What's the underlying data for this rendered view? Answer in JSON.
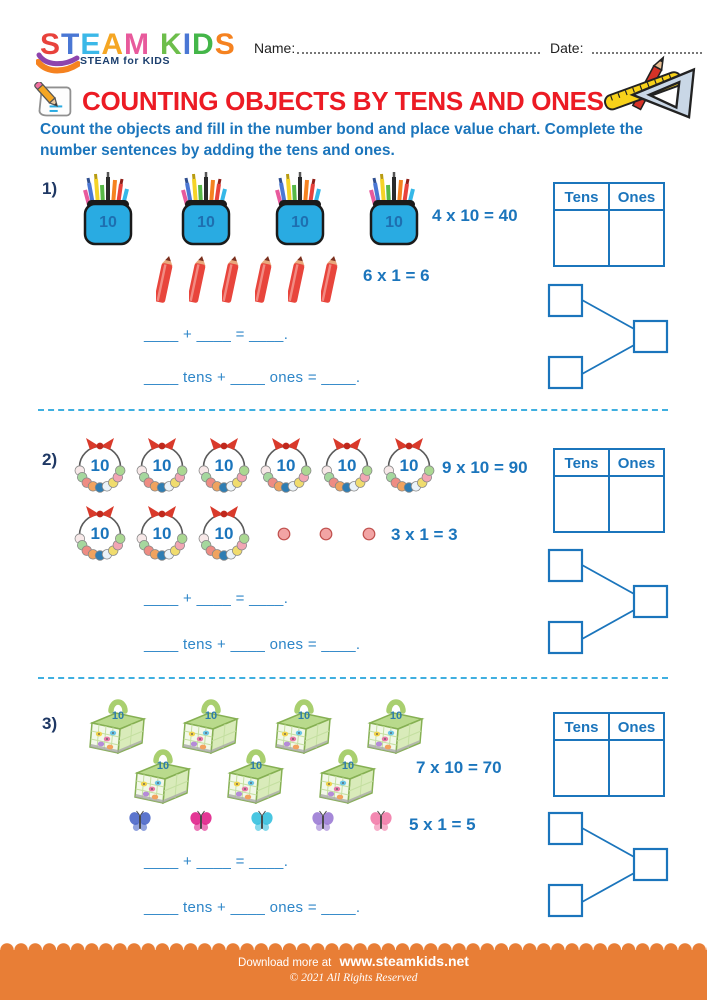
{
  "header": {
    "logo_steam_letters": [
      "S",
      "T",
      "E",
      "A",
      "M"
    ],
    "logo_kids_letters": [
      "K",
      "I",
      "D",
      "S"
    ],
    "logo_subtitle": "STEAM for KIDS",
    "name_label": "Name:",
    "date_label": "Date:"
  },
  "title": "COUNTING OBJECTS BY TENS AND ONES",
  "instructions": "Count the objects and fill in the number bond and place value chart. Complete the number sentences by adding the tens and ones.",
  "place_value_chart": {
    "tens": "Tens",
    "ones": "Ones"
  },
  "problems": [
    {
      "number": "1)",
      "group_label": "10",
      "tens_equation": "4 x 10 = 40",
      "ones_equation": "6 x 1 = 6",
      "sum_sentence": "____ + ____ = ____.",
      "tens_ones_sentence": "____ tens + ____ ones = ____."
    },
    {
      "number": "2)",
      "group_label": "10",
      "tens_equation": "9 x 10 = 90",
      "ones_equation": "3 x 1 = 3",
      "sum_sentence": "____ + ____ = ____.",
      "tens_ones_sentence": "____ tens + ____ ones = ____."
    },
    {
      "number": "3)",
      "group_label": "10",
      "tens_equation": "7 x 10 = 70",
      "ones_equation": "5 x 1 = 5",
      "sum_sentence": "____ + ____ = ____.",
      "tens_ones_sentence": "____ tens + ____ ones = ____."
    }
  ],
  "footer": {
    "download_prefix": "Download more at",
    "website": "www.steamkids.net",
    "copyright": "© 2021 All Rights Reserved"
  },
  "colors": {
    "title_red": "#EC1B24",
    "text_blue": "#1B75BC",
    "sentence_blue": "#2E86C8",
    "separator_blue": "#3FAFE0",
    "navy": "#1F3864",
    "footer_orange": "#E87E36",
    "cup_blue": "#29ABE2",
    "cage_green": "#A9CF6F",
    "bow_red": "#D93A2B"
  }
}
